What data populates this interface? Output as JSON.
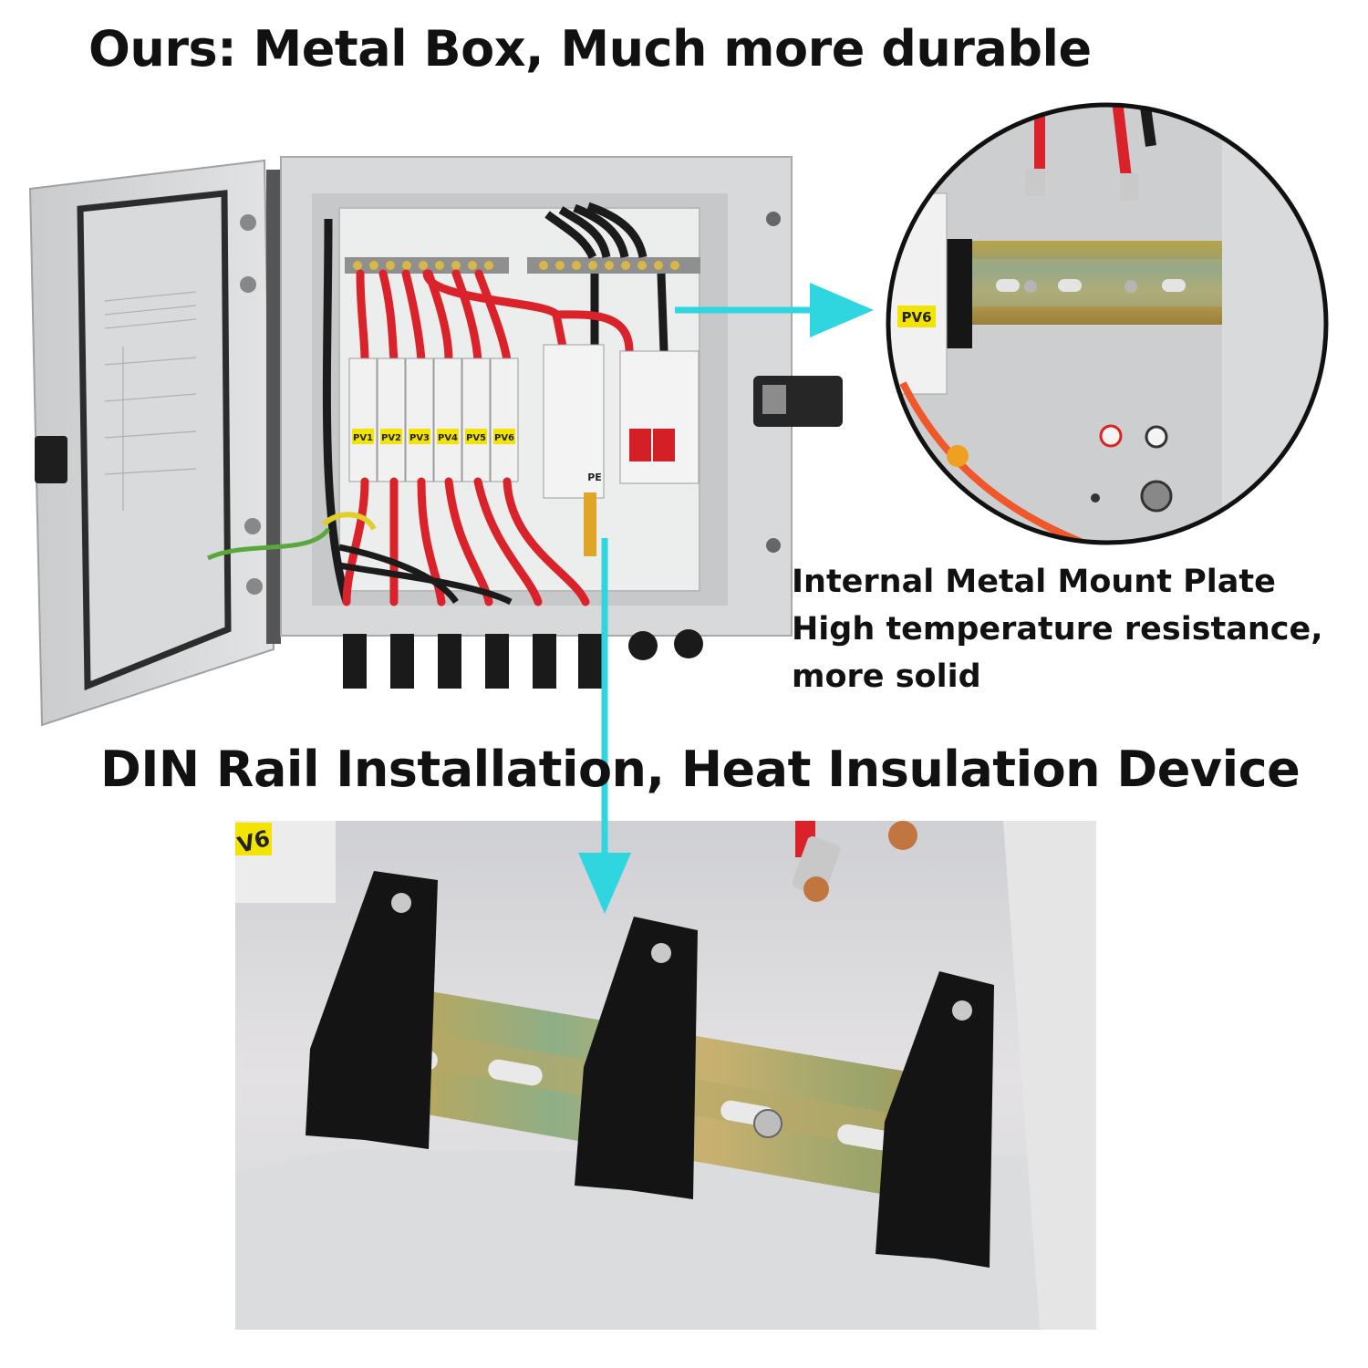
{
  "headline": "Ours: Metal Box, Much more durable",
  "subhead": "DIN Rail Installation, Heat Insulation Device",
  "caption": {
    "line1": "Internal Metal Mount Plate",
    "line2": "High temperature resistance,",
    "line3": "more solid"
  },
  "fuse_labels": [
    "PV1",
    "PV2",
    "PV3",
    "PV4",
    "PV5",
    "PV6"
  ],
  "zoom_fuse_label": "PV6",
  "detail_fuse_label": "V6",
  "spd_label": "PE",
  "colors": {
    "arrow": "#2fd6e0",
    "wire_red": "#d9222a",
    "wire_black": "#1b1b1b",
    "label_yellow": "#f2e400",
    "enclosure_grey": "#d4d6d8"
  }
}
